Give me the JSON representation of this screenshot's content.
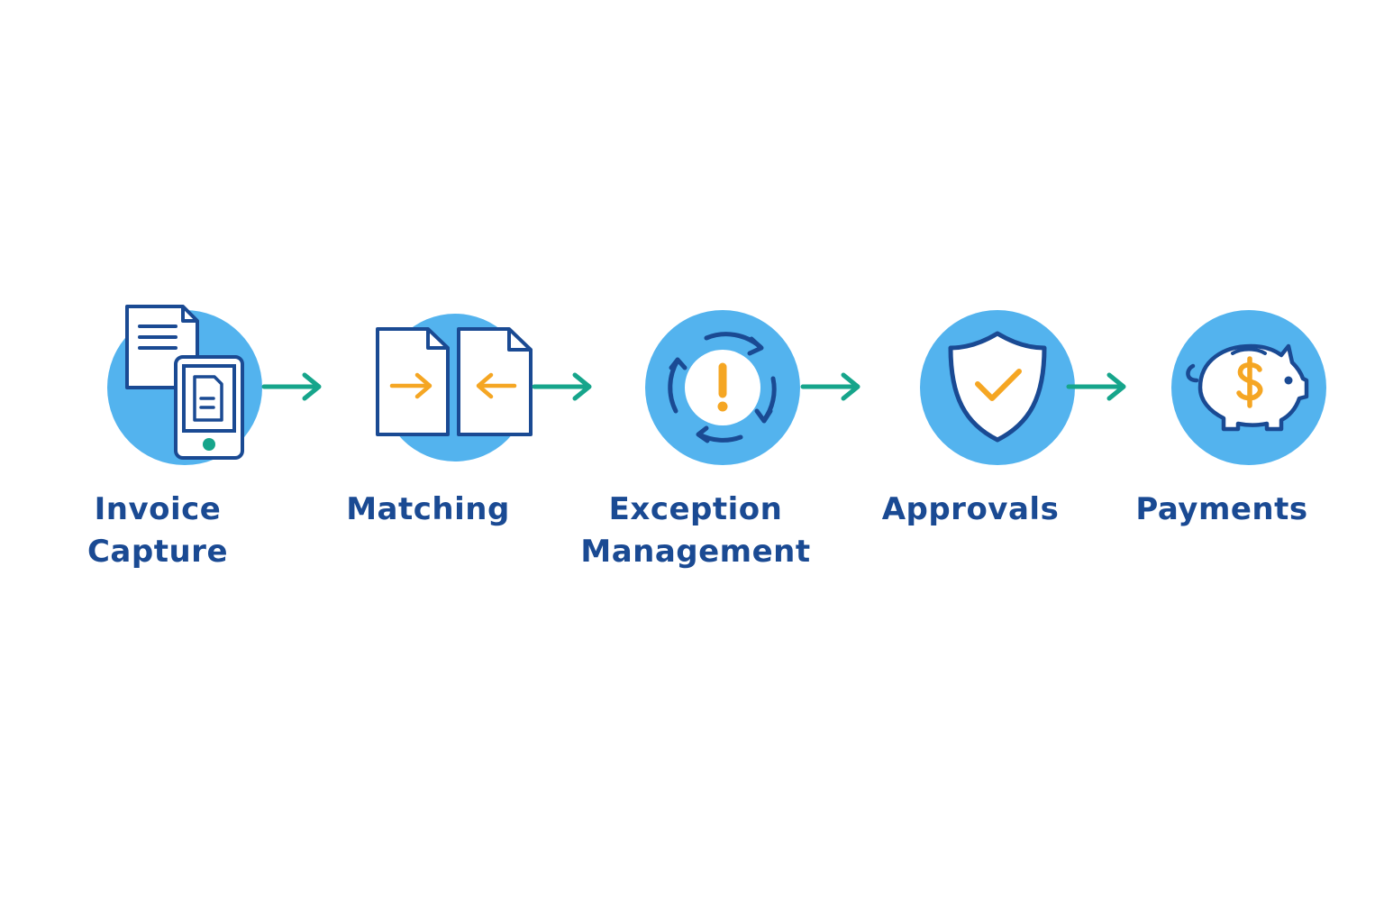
{
  "colors": {
    "circle": "#53b3ee",
    "navy": "#1a4a93",
    "orange": "#f5a623",
    "teal": "#16a58b",
    "paper": "#ffffff"
  },
  "steps": [
    {
      "icon": "invoice-capture-icon",
      "lines": [
        "Invoice",
        "Capture"
      ]
    },
    {
      "icon": "matching-documents-icon",
      "lines": [
        "Matching"
      ]
    },
    {
      "icon": "exception-cycle-icon",
      "lines": [
        "Exception",
        "Management"
      ]
    },
    {
      "icon": "shield-check-icon",
      "lines": [
        "Approvals"
      ]
    },
    {
      "icon": "piggy-bank-icon",
      "lines": [
        "Payments"
      ]
    }
  ]
}
